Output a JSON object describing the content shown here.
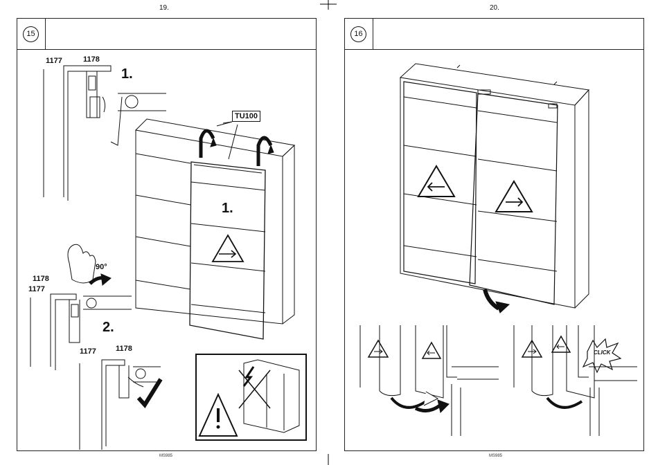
{
  "pages": [
    {
      "page_number": "19.",
      "step": "15",
      "footer": "MS985",
      "labels": {
        "part_a": "1177",
        "part_b": "1178",
        "sub1": "1.",
        "sub2": "2.",
        "door_sub": "1.",
        "angle": "90°",
        "tool": "TU100"
      }
    },
    {
      "page_number": "20.",
      "step": "16",
      "footer": "MS985",
      "labels": {
        "click": "CLICK"
      }
    }
  ],
  "icons": [
    "warning-arrow-right-icon",
    "warning-arrow-left-icon",
    "warning-exclamation-icon",
    "checkmark-icon",
    "rotate-arrow-icon",
    "hand-icon"
  ]
}
